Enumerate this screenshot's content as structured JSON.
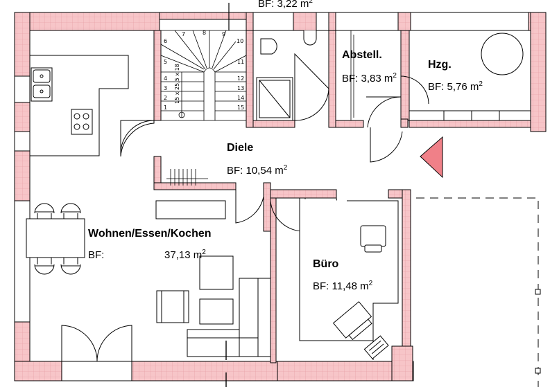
{
  "rooms": {
    "top_cut": {
      "area": "BF: 3,22 m"
    },
    "abstell": {
      "name": "Abstell.",
      "area": "BF: 3,83 m"
    },
    "hzg": {
      "name": "Hzg.",
      "area": "BF: 5,76 m"
    },
    "diele": {
      "name": "Diele",
      "area": "BF: 10,54 m"
    },
    "wohnen": {
      "name": "Wohnen/Essen/Kochen",
      "area_prefix": "BF:",
      "area_value": "37,13 m"
    },
    "buero": {
      "name": "Büro",
      "area": "BF: 11,48 m"
    }
  },
  "unit_sup": "2",
  "stairs": {
    "dimension": "15 x 25,5 x 18",
    "numbers": [
      "1",
      "2",
      "3",
      "4",
      "5",
      "6",
      "7",
      "8",
      "9",
      "10",
      "11",
      "12",
      "13",
      "14",
      "15"
    ]
  },
  "colors": {
    "wall_fill": "#f7c5c8",
    "wall_line": "#e07b84",
    "arrow": "#f08088",
    "ink": "#000000"
  }
}
